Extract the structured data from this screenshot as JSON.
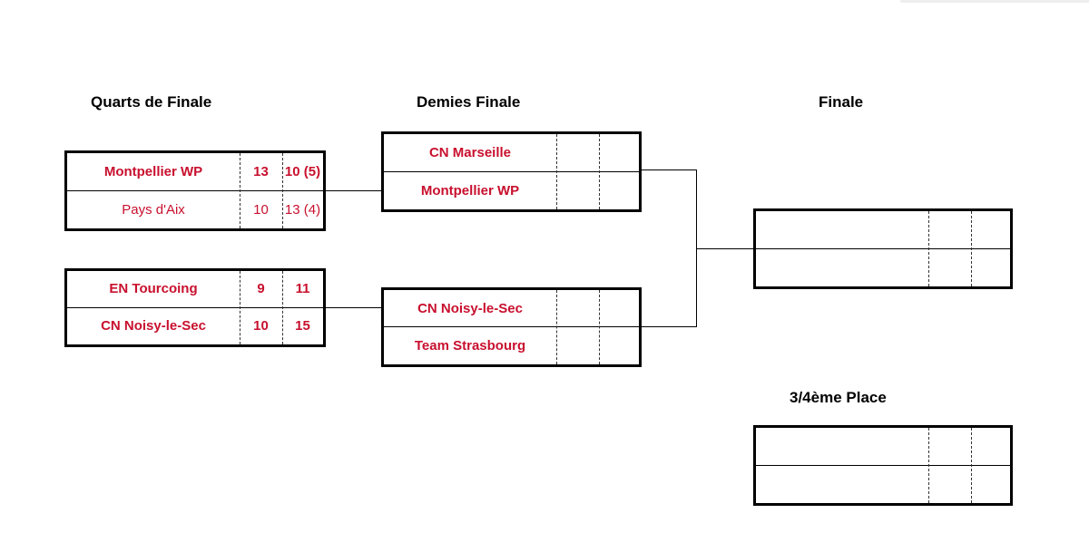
{
  "headings": {
    "quarters": "Quarts de Finale",
    "semis": "Demies Finale",
    "final": "Finale",
    "third": "3/4ème Place"
  },
  "quarters": [
    {
      "teams": [
        {
          "name": "Montpellier WP",
          "s1": "13",
          "s2": "10 (5)",
          "winner": true
        },
        {
          "name": "Pays d'Aix",
          "s1": "10",
          "s2": "13 (4)",
          "winner": false
        }
      ]
    },
    {
      "teams": [
        {
          "name": "EN Tourcoing",
          "s1": "9",
          "s2": "11",
          "winner": true
        },
        {
          "name": "CN Noisy-le-Sec",
          "s1": "10",
          "s2": "15",
          "winner": true
        }
      ]
    }
  ],
  "semis": [
    {
      "teams": [
        {
          "name": "CN Marseille",
          "s1": "",
          "s2": ""
        },
        {
          "name": "Montpellier WP",
          "s1": "",
          "s2": ""
        }
      ]
    },
    {
      "teams": [
        {
          "name": "CN Noisy-le-Sec",
          "s1": "",
          "s2": ""
        },
        {
          "name": "Team Strasbourg",
          "s1": "",
          "s2": ""
        }
      ]
    }
  ],
  "final": {
    "teams": [
      {
        "name": "",
        "s1": "",
        "s2": ""
      },
      {
        "name": "",
        "s1": "",
        "s2": ""
      }
    ]
  },
  "third_place": {
    "teams": [
      {
        "name": "",
        "s1": "",
        "s2": ""
      },
      {
        "name": "",
        "s1": "",
        "s2": ""
      }
    ]
  },
  "colors": {
    "team_text": "#c8102e",
    "border": "#000000"
  }
}
